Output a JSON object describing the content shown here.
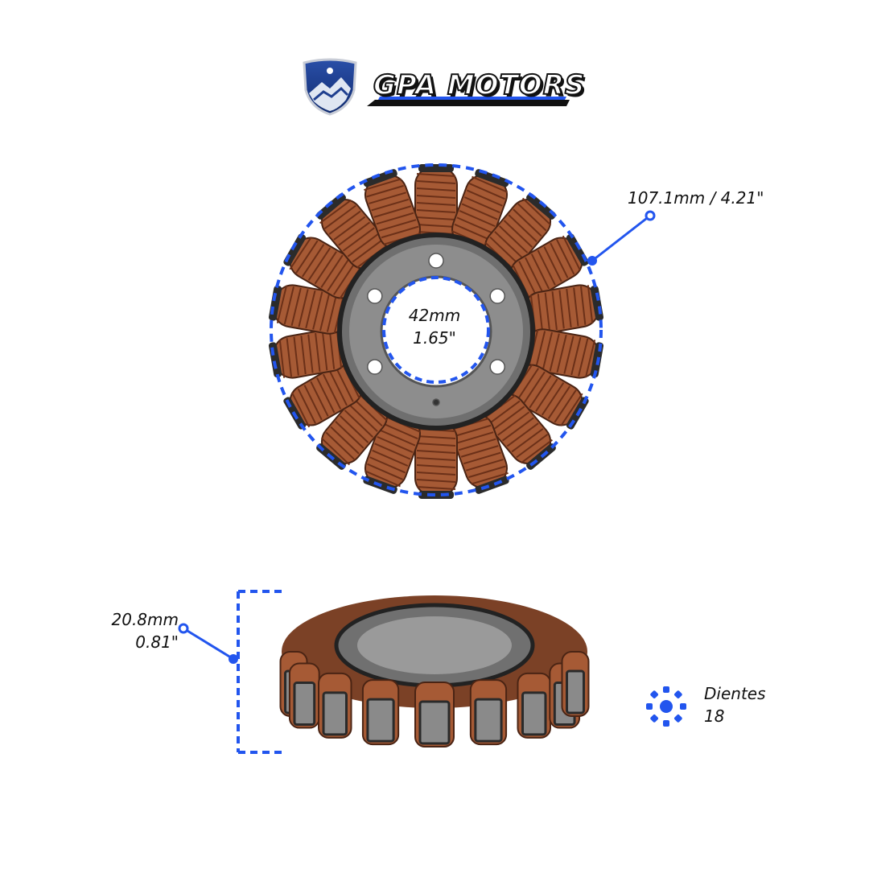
{
  "brand": {
    "name": "GPA MOTORS",
    "colors": {
      "shield": "#1f3f8f",
      "accent": "#2255ee"
    }
  },
  "top_view": {
    "outer_diameter_label": "107.1mm / 4.21\"",
    "inner_diameter_line1": "42mm",
    "inner_diameter_line2": "1.65\""
  },
  "side_view": {
    "height_line1": "20.8mm",
    "height_line2": "0.81\""
  },
  "teeth": {
    "icon": "gear-dots-icon",
    "label": "Dientes",
    "count": "18"
  },
  "colors": {
    "dimension": "#2255ee",
    "copper": "#a65a35",
    "core": "#8a8a8a"
  }
}
